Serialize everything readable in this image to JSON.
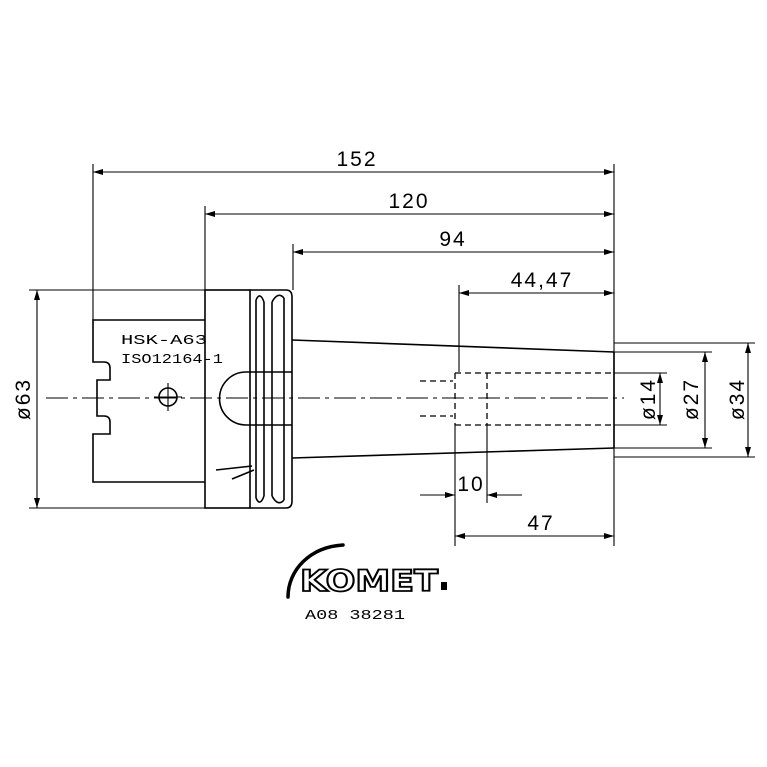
{
  "drawing": {
    "horizontal_dims": [
      "152",
      "120",
      "94",
      "44,47",
      "47",
      "10"
    ],
    "diameter_dims": [
      "ø63",
      "ø14",
      "ø27",
      "ø34"
    ],
    "callouts": {
      "interface": "HSK-A63",
      "standard": "ISO12164-1"
    },
    "title_block": {
      "brand_logo": "KOMET",
      "part_number": "A08 38281"
    },
    "colors": {
      "line": "#000000",
      "background": "#ffffff"
    }
  }
}
